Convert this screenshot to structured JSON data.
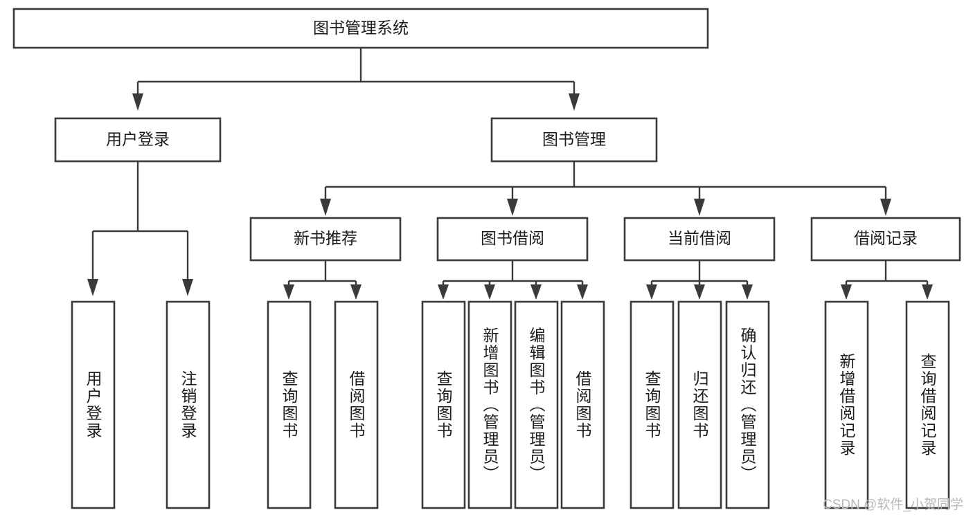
{
  "diagram": {
    "type": "tree",
    "title": "图书管理系统",
    "orientation": "top-down",
    "colors": {
      "box_stroke": "#3a3a3a",
      "box_fill": "#ffffff",
      "connector": "#3a3a3a",
      "label": "#1c1c1c",
      "watermark": "#b9b9b9",
      "background": "#ffffff"
    },
    "root": {
      "id": "root",
      "label": "图书管理系统"
    },
    "level1": [
      {
        "id": "user-login",
        "label": "用户登录"
      },
      {
        "id": "book-management",
        "label": "图书管理"
      }
    ],
    "level2": [
      {
        "id": "new-book-recommend",
        "label": "新书推荐",
        "parent": "book-management"
      },
      {
        "id": "book-borrow",
        "label": "图书借阅",
        "parent": "book-management"
      },
      {
        "id": "current-borrow",
        "label": "当前借阅",
        "parent": "book-management"
      },
      {
        "id": "borrow-record",
        "label": "借阅记录",
        "parent": "book-management"
      }
    ],
    "leaves": {
      "user-login": [
        {
          "id": "leaf-user-login",
          "label": "用户登录"
        },
        {
          "id": "leaf-user-logout",
          "label": "注销登录"
        }
      ],
      "new-book-recommend": [
        {
          "id": "leaf-query-book-1",
          "label": "查询图书"
        },
        {
          "id": "leaf-borrow-book-1",
          "label": "借阅图书"
        }
      ],
      "book-borrow": [
        {
          "id": "leaf-query-book-2",
          "label": "查询图书"
        },
        {
          "id": "leaf-add-book",
          "label": "新增图书（管理员）"
        },
        {
          "id": "leaf-edit-book",
          "label": "编辑图书（管理员）"
        },
        {
          "id": "leaf-borrow-book-2",
          "label": "借阅图书"
        }
      ],
      "current-borrow": [
        {
          "id": "leaf-query-book-3",
          "label": "查询图书"
        },
        {
          "id": "leaf-return-book",
          "label": "归还图书"
        },
        {
          "id": "leaf-confirm-return",
          "label": "确认归还（管理员）"
        }
      ],
      "borrow-record": [
        {
          "id": "leaf-add-record",
          "label": "新增借阅记录"
        },
        {
          "id": "leaf-query-record",
          "label": "查询借阅记录"
        }
      ]
    }
  },
  "watermark": {
    "text": "CSDN @软件_小贺同学"
  }
}
